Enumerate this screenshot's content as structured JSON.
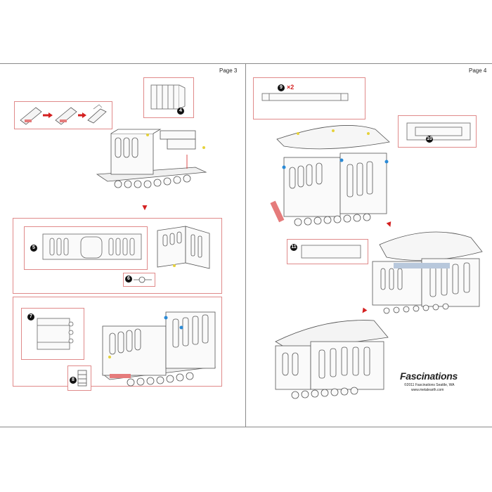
{
  "pages": {
    "left_label": "Page 3",
    "right_label": "Page 4"
  },
  "steps": {
    "s4": "4",
    "s5": "5",
    "s6": "6",
    "s7": "7",
    "s8": "8",
    "s9": "9",
    "s9_qty": "×2",
    "s10": "10",
    "s11": "11"
  },
  "brand": {
    "name": "Fascinations",
    "copyright": "©2011 Fascinations Seattle, WA",
    "website": "www.metalearth.com"
  },
  "colors": {
    "accent": "#d42020",
    "box_border": "#e08a8a",
    "marker_blue": "#2a8ad6",
    "marker_yellow": "#e6d23a"
  }
}
